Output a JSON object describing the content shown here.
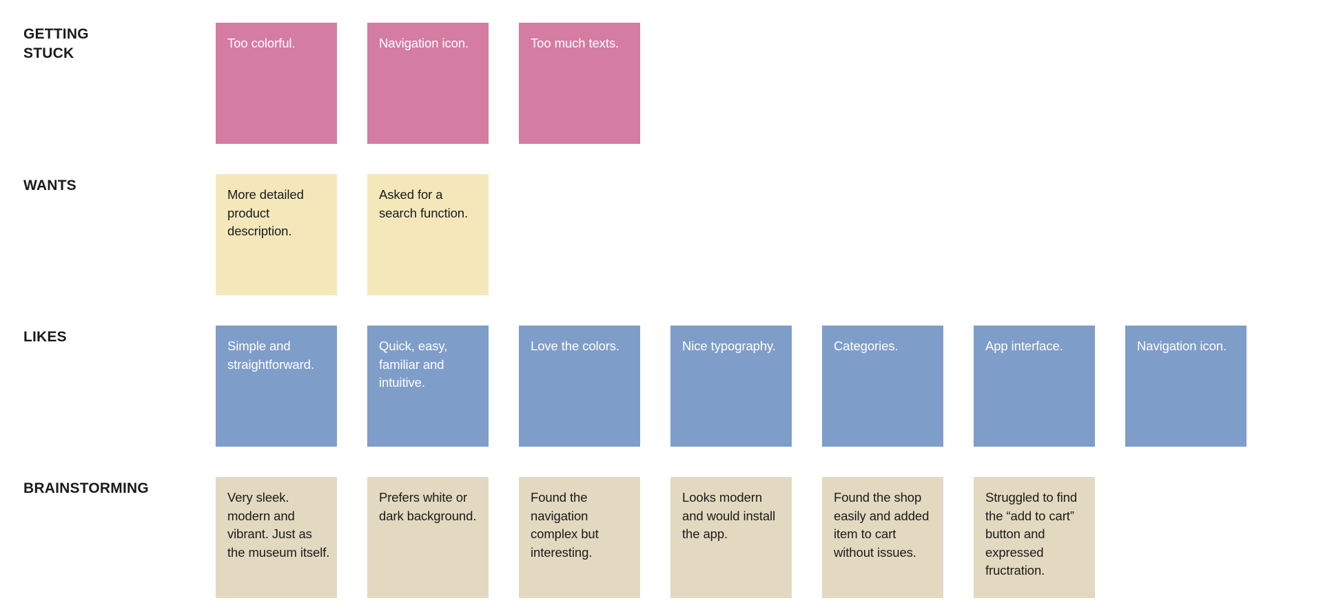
{
  "rows": [
    {
      "label": "GETTING\nSTUCK",
      "notes": [
        "Too colorful.",
        "Navigation icon.",
        "Too much texts."
      ]
    },
    {
      "label": "WANTS",
      "notes": [
        "More detailed product description.",
        "Asked for a search function."
      ]
    },
    {
      "label": "LIKES",
      "notes": [
        "Simple and straightforward.",
        "Quick, easy, familiar and intuitive.",
        "Love the colors.",
        "Nice typography.",
        "Categories.",
        "App interface.",
        "Navigation icon."
      ]
    },
    {
      "label": "BRAINSTORMING",
      "notes": [
        "Very sleek. modern and vibrant. Just as the museum itself.",
        "Prefers white or dark background.",
        "Found the navigation complex but interesting.",
        "Looks modern and would install the app.",
        "Found the shop easily and added item to cart without issues.",
        "Struggled to find the “add to cart” button and expressed fructration."
      ]
    }
  ],
  "colors": {
    "getting_stuck": "#d57ca2",
    "wants": "#f4e8bb",
    "likes": "#7f9dc9",
    "brainstorming": "#e3d9c0"
  }
}
